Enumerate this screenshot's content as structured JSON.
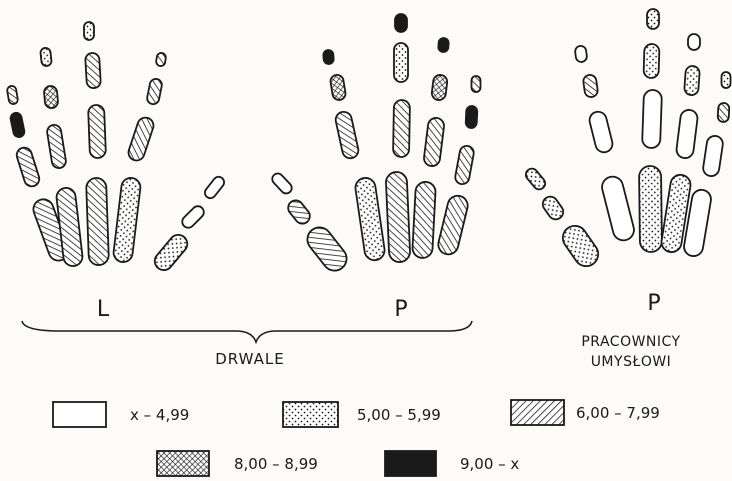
{
  "labels": {
    "hand_left": "L",
    "hand_middle": "P",
    "hand_right": "P",
    "group_left": "DRWALE",
    "group_right_line1": "PRACOWNICY",
    "group_right_line2": "UMYSŁOWI"
  },
  "legend": [
    {
      "label": "x – 4,99",
      "fill": "empty"
    },
    {
      "label": "5,00 – 5,99",
      "fill": "dots"
    },
    {
      "label": "6,00 – 7,99",
      "fill": "hatch"
    },
    {
      "label": "8,00 – 8,99",
      "fill": "cross"
    },
    {
      "label": "9,00 – x",
      "fill": "solid"
    }
  ]
}
